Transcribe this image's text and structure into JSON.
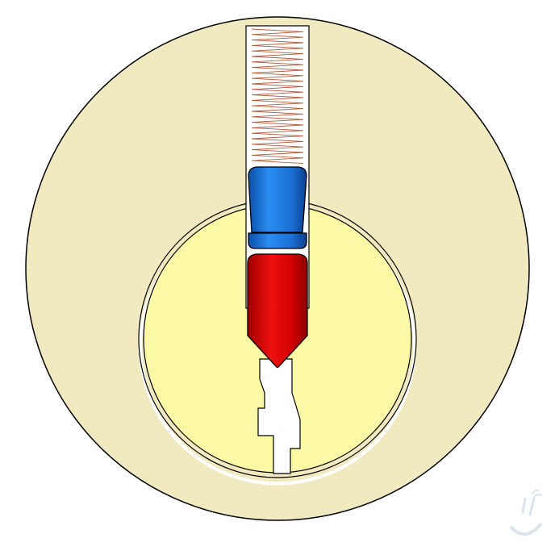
{
  "diagram": {
    "type": "pin-tumbler-lock-cross-section",
    "parts": [
      {
        "name": "cylinder-housing",
        "color": "#f0e9c0"
      },
      {
        "name": "plug",
        "color": "#fcf9a8"
      },
      {
        "name": "spring",
        "color": "#b35a3c"
      },
      {
        "name": "driver-pin",
        "color": "#1a73d9"
      },
      {
        "name": "key-pin",
        "color": "#d90000"
      },
      {
        "name": "keyway",
        "color": "#ffffff"
      }
    ],
    "logo": {
      "name": "watermark-logo",
      "color": "#d8e4f0"
    }
  }
}
